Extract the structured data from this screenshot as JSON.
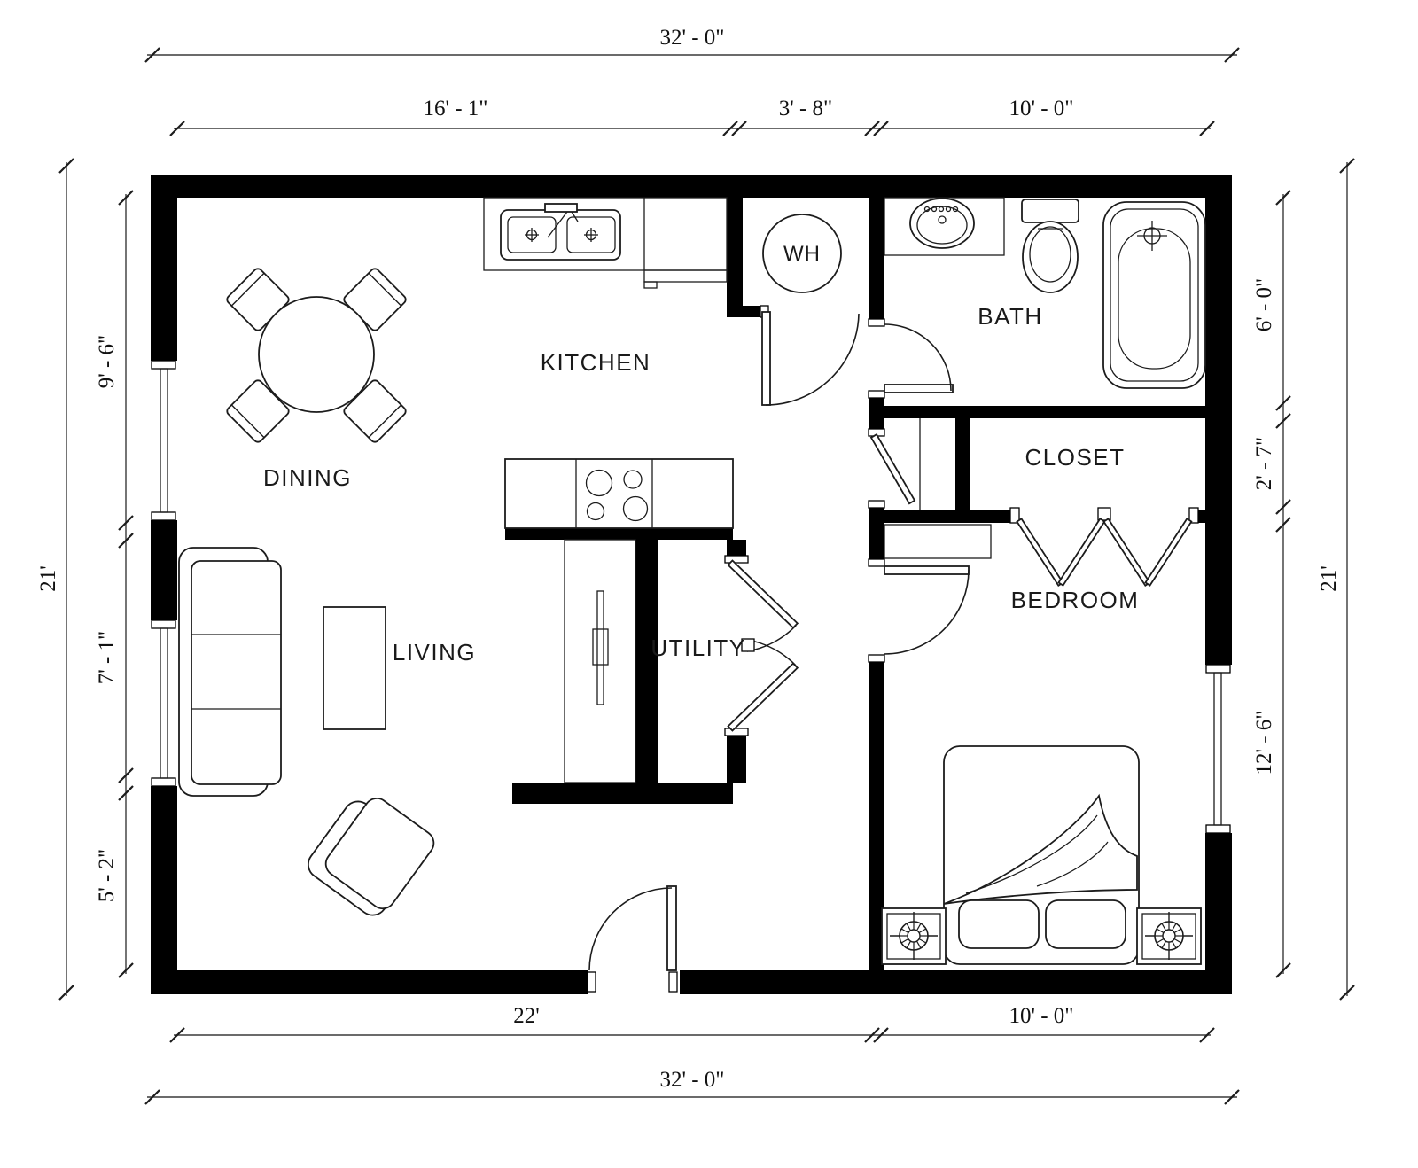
{
  "rooms": {
    "dining": "DINING",
    "kitchen": "KITCHEN",
    "living": "LIVING",
    "utility": "UTILITY",
    "bath": "BATH",
    "closet": "CLOSET",
    "bedroom": "BEDROOM",
    "water_heater": "WH"
  },
  "dimensions": {
    "top_overall": "32' - 0\"",
    "top_segments": [
      "16' - 1\"",
      "3' - 8\"",
      "10' - 0\""
    ],
    "left_overall": "21'",
    "left_segments": [
      "9' - 6\"",
      "7' - 1\"",
      "5' - 2\""
    ],
    "right_segments": [
      "6' - 0\"",
      "2' - 7\"",
      "12' - 6\""
    ],
    "right_overall": "21'",
    "bottom_segments": [
      "22'",
      "10' - 0\""
    ],
    "bottom_overall": "32' - 0\""
  },
  "colors": {
    "wall": "#000000",
    "line": "#1c1c1c",
    "background": "#ffffff"
  }
}
